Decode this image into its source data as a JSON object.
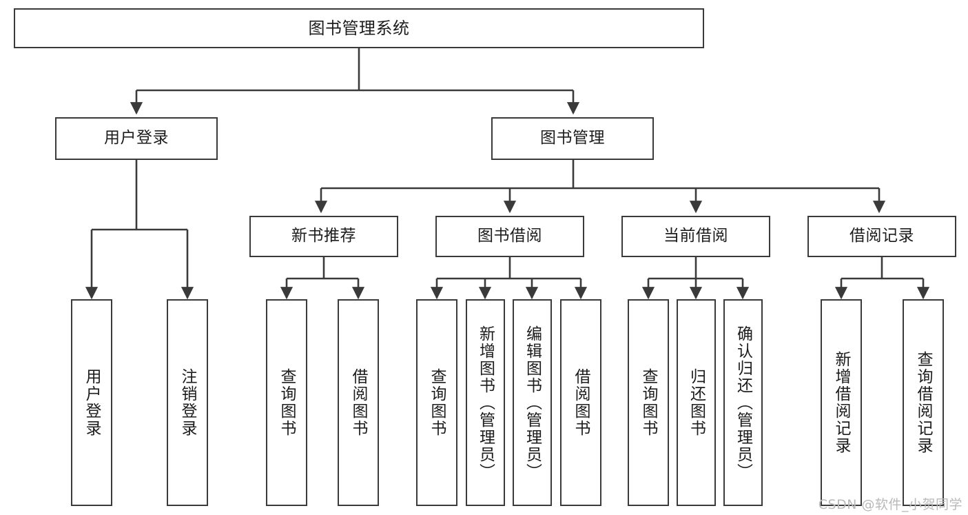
{
  "diagram": {
    "title": "图书管理系统",
    "type": "tree",
    "stroke_color": "#3a3a3a",
    "text_color": "#1c1c1c",
    "background": "#ffffff",
    "root": {
      "id": "root",
      "label": "图书管理系统"
    },
    "level2": [
      {
        "id": "user-login",
        "label": "用户登录"
      },
      {
        "id": "book-manage",
        "label": "图书管理"
      }
    ],
    "level3": [
      {
        "id": "new-book-recommend",
        "label": "新书推荐",
        "parent": "book-manage"
      },
      {
        "id": "book-borrow",
        "label": "图书借阅",
        "parent": "book-manage"
      },
      {
        "id": "current-borrow",
        "label": "当前借阅",
        "parent": "book-manage"
      },
      {
        "id": "borrow-record",
        "label": "借阅记录",
        "parent": "book-manage"
      }
    ],
    "leaves": [
      {
        "id": "leaf-user-login",
        "label": "用户登录",
        "parent": "user-login"
      },
      {
        "id": "leaf-user-logout",
        "label": "注销登录",
        "parent": "user-login"
      },
      {
        "id": "leaf-query-book-1",
        "label": "查询图书",
        "parent": "new-book-recommend"
      },
      {
        "id": "leaf-borrow-book-1",
        "label": "借阅图书",
        "parent": "new-book-recommend"
      },
      {
        "id": "leaf-query-book-2",
        "label": "查询图书",
        "parent": "book-borrow"
      },
      {
        "id": "leaf-add-book",
        "label": "新增图书（管理员）",
        "parent": "book-borrow"
      },
      {
        "id": "leaf-edit-book",
        "label": "编辑图书（管理员）",
        "parent": "book-borrow"
      },
      {
        "id": "leaf-borrow-book-2",
        "label": "借阅图书",
        "parent": "book-borrow"
      },
      {
        "id": "leaf-query-book-3",
        "label": "查询图书",
        "parent": "current-borrow"
      },
      {
        "id": "leaf-return-book",
        "label": "归还图书",
        "parent": "current-borrow"
      },
      {
        "id": "leaf-confirm-return",
        "label": "确认归还（管理员）",
        "parent": "current-borrow"
      },
      {
        "id": "leaf-add-record",
        "label": "新增借阅记录",
        "parent": "borrow-record"
      },
      {
        "id": "leaf-query-record",
        "label": "查询借阅记录",
        "parent": "borrow-record"
      }
    ]
  },
  "watermark": {
    "text": "CSDN @软件_小贺同学"
  }
}
